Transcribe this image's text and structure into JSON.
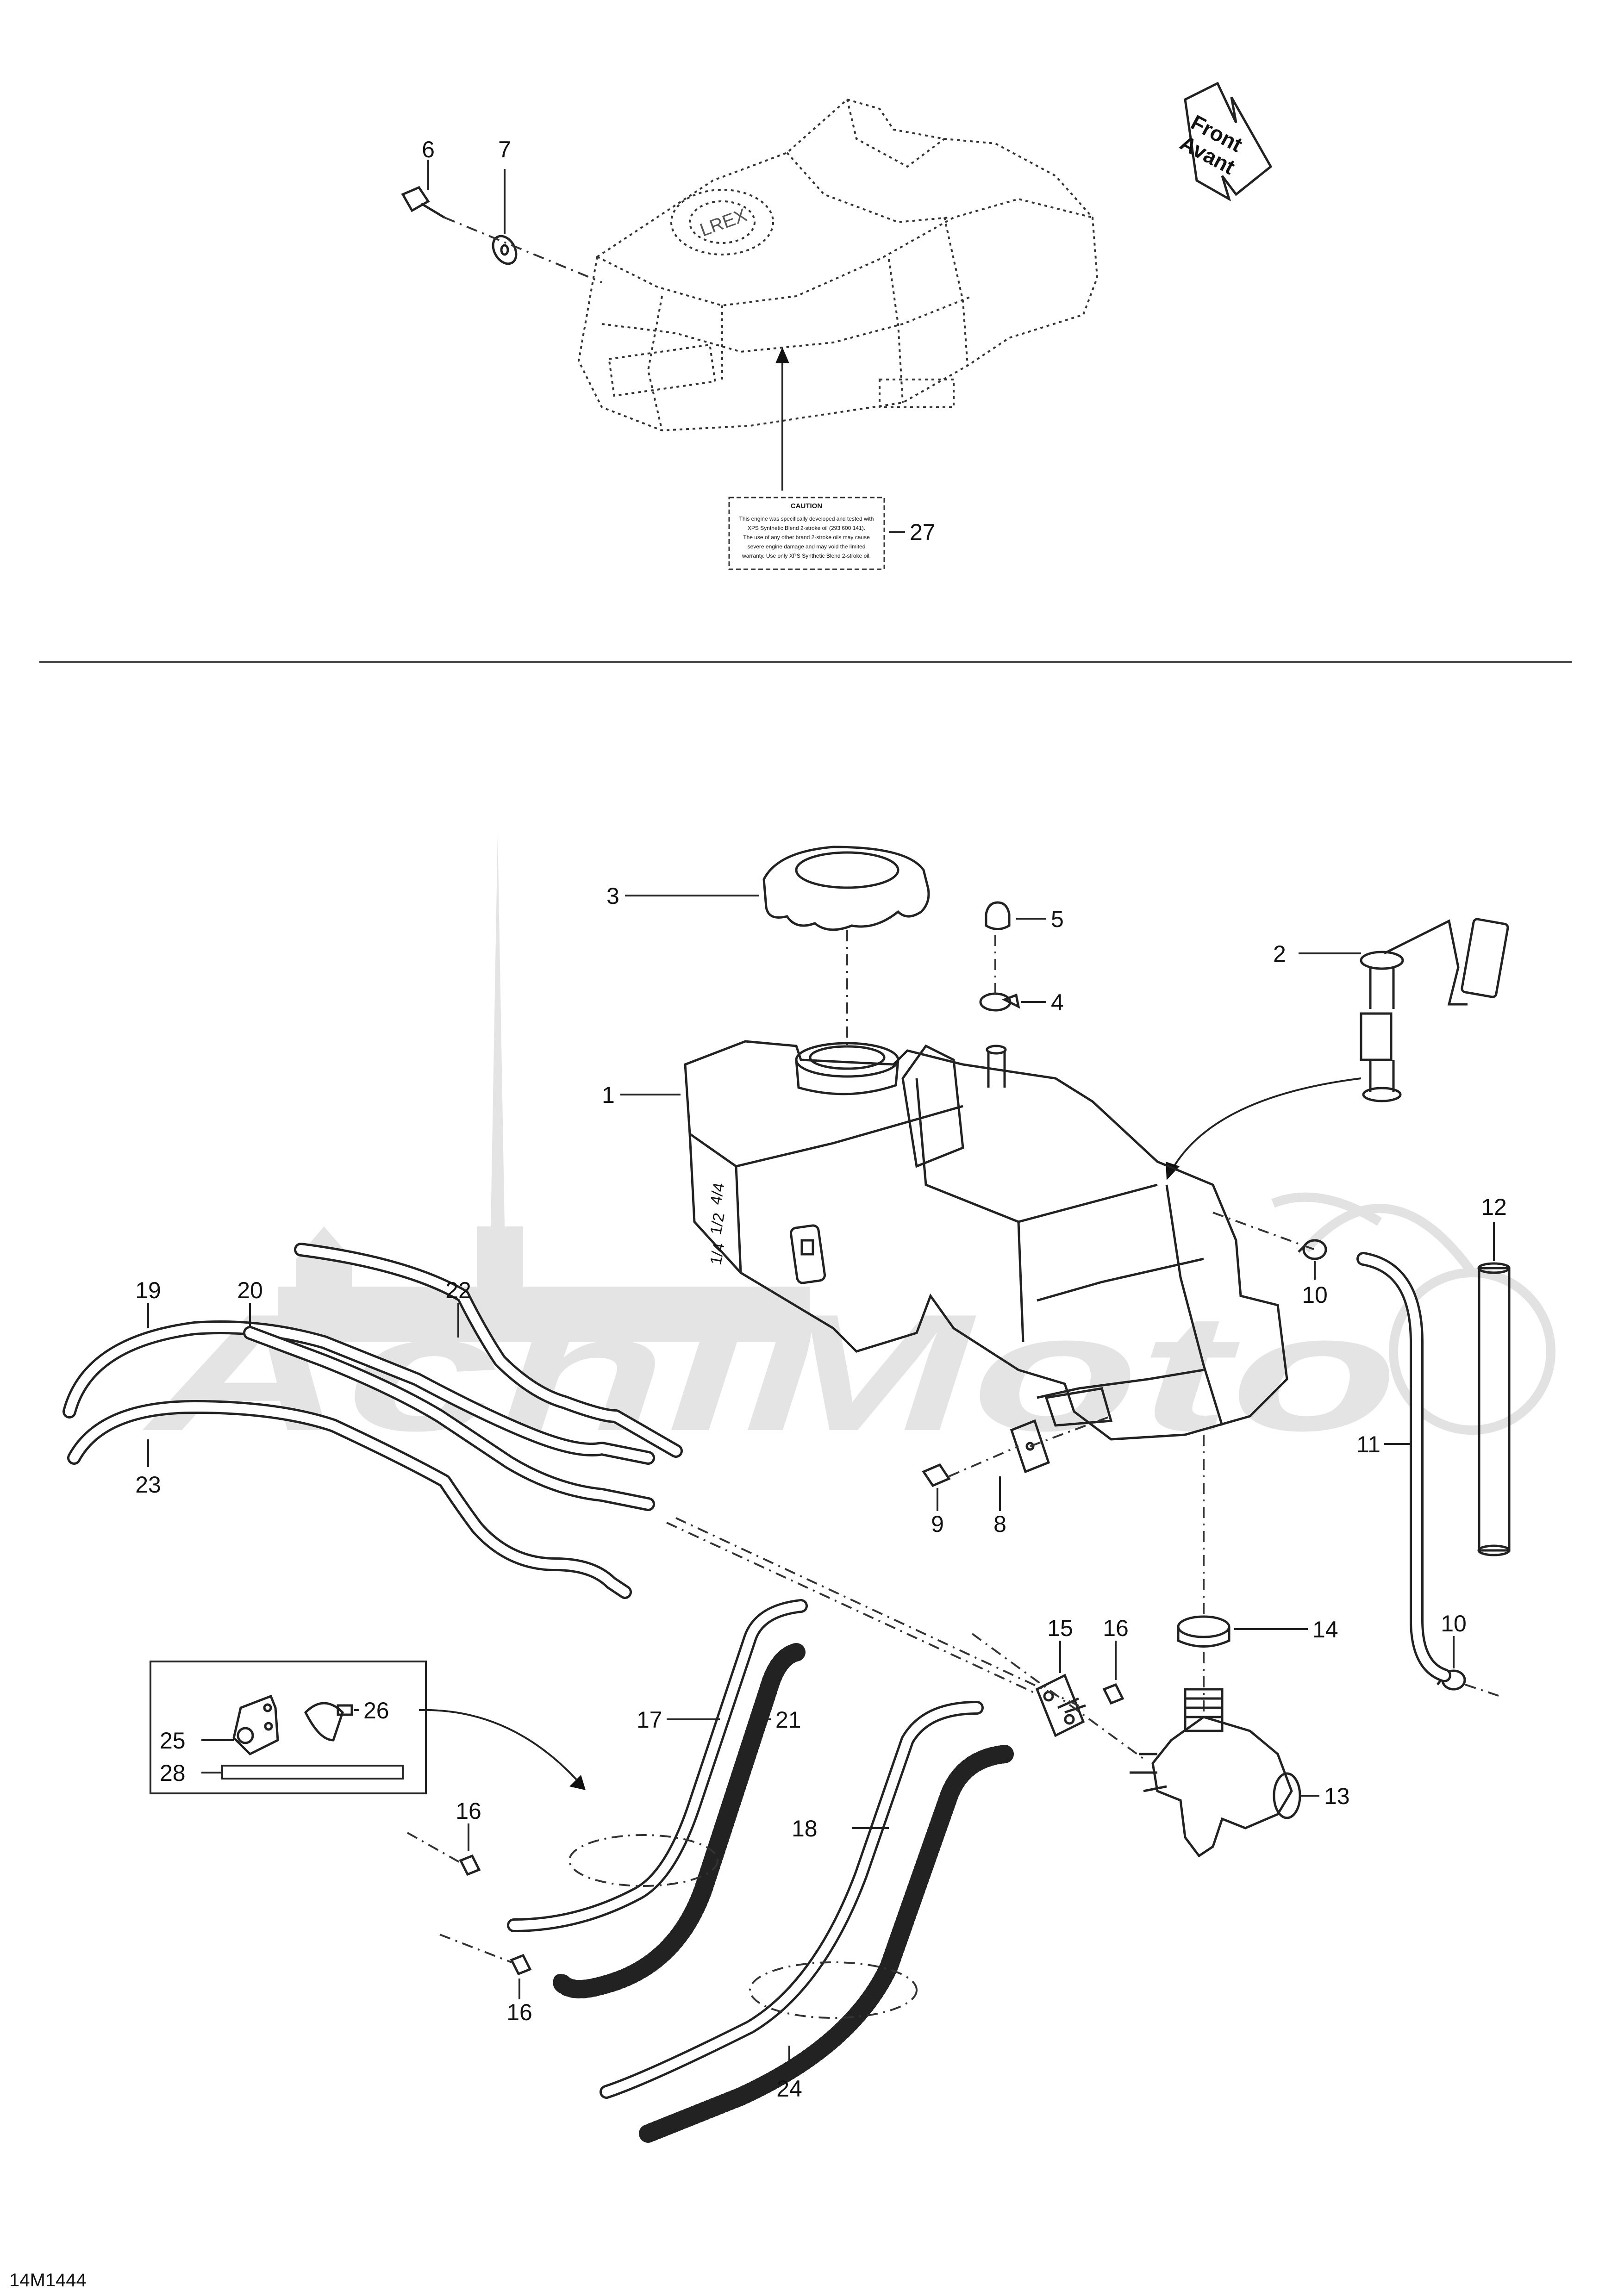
{
  "direction_arrow": {
    "line1": "Front",
    "line2": "Avant"
  },
  "caution_label": {
    "title": "CAUTION",
    "lines": [
      "This engine was specifically developed and tested with",
      "XPS Synthetic Blend 2-stroke oil (293 600 141).",
      "The use of any other brand 2-stroke oils may cause",
      "severe engine damage and may void the limited",
      "warranty. Use only XPS Synthetic Blend 2-stroke oil."
    ]
  },
  "callouts": {
    "c1": "1",
    "c2": "2",
    "c3": "3",
    "c4": "4",
    "c5": "5",
    "c6": "6",
    "c7": "7",
    "c8": "8",
    "c9": "9",
    "c10a": "10",
    "c10b": "10",
    "c11": "11",
    "c12": "12",
    "c13": "13",
    "c14": "14",
    "c15": "15",
    "c16a": "16",
    "c16b": "16",
    "c16c": "16",
    "c17": "17",
    "c18": "18",
    "c19": "19",
    "c20": "20",
    "c21": "21",
    "c22": "22",
    "c23": "23",
    "c24": "24",
    "c25": "25",
    "c26": "26",
    "c27": "27",
    "c28": "28"
  },
  "tank_gauge_marks": [
    "4/4",
    "1/2",
    "1/4"
  ],
  "drawing_number": "14M1444",
  "watermark_text": "AchiMoto",
  "colors": {
    "ink": "#222222",
    "watermark": "#e4e4e4",
    "background": "#ffffff"
  }
}
